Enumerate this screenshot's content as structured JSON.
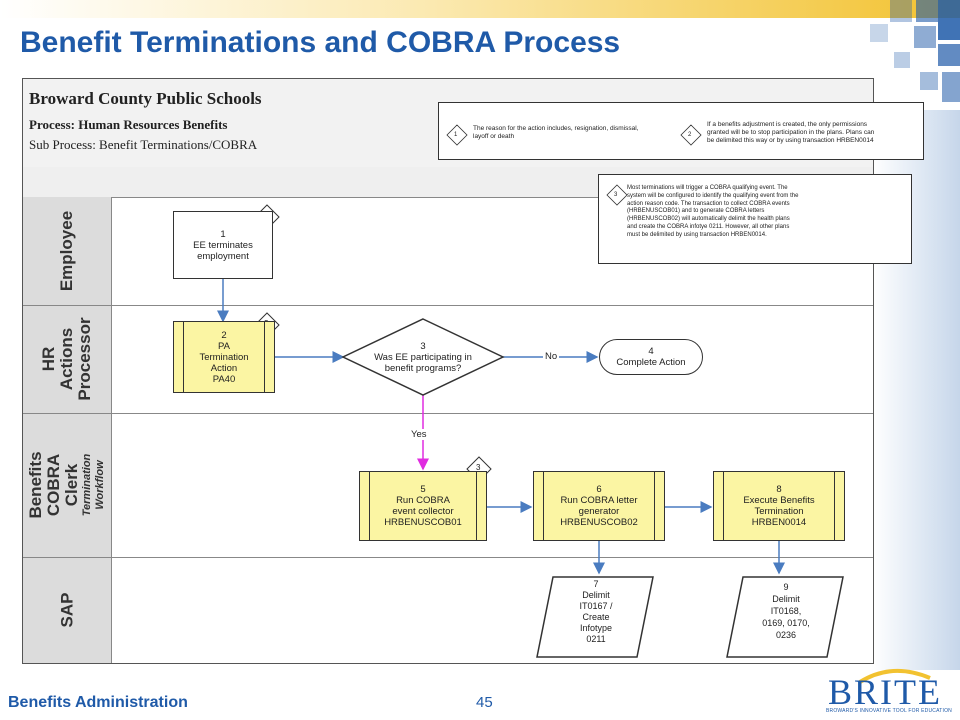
{
  "slide": {
    "title": "Benefit Terminations and COBRA Process",
    "footer_text": "Benefits Administration",
    "page_number": "45",
    "logo_text": "BRITE",
    "logo_tagline": "BROWARD'S INNOVATIVE TOOL FOR EDUCATION"
  },
  "diagram": {
    "header": {
      "org": "Broward County Public Schools",
      "process": "Process:  Human Resources Benefits",
      "sub_process": "Sub Process:  Benefit Terminations/COBRA"
    },
    "lanes": [
      {
        "label": "Employee",
        "sub": ""
      },
      {
        "label": "HR Actions Processor",
        "sub": ""
      },
      {
        "label": "Benefits COBRA Clerk",
        "sub": "Termination Workflow"
      },
      {
        "label": "SAP",
        "sub": ""
      }
    ],
    "steps": {
      "s1": "1\nEE terminates\nemployment",
      "s2": "2\nPA\nTermination\nAction\nPA40",
      "s3": "3\nWas EE participating in\nbenefit programs?",
      "s4": "4\nComplete Action",
      "s5": "5\nRun COBRA\nevent collector\nHRBENUSCOB01",
      "s6": "6\nRun COBRA letter\ngenerator\nHRBENUSCOB02",
      "s8": "8\nExecute Benefits\nTermination\nHRBEN0014",
      "s7": "7\nDelimit\nIT0167 /\nCreate\nInfotype\n0211",
      "s9": "9\nDelimit\nIT0168,\n0169, 0170,\n0236"
    },
    "annotation_badges": [
      "1",
      "2",
      "3"
    ],
    "labels": {
      "no": "No",
      "yes": "Yes"
    },
    "notes": {
      "note1": "The reason for the action includes, resignation, dismissal,\nlayoff or death",
      "note2": "If a benefits adjustment is created, the only permissions\ngranted will be to stop participation in the plans.  Plans can\nbe delimited this way or by using transaction HRBEN0014",
      "note3": "Most terminations will trigger a COBRA qualifying event.  The\nsystem will be configured to identify the qualifying event from the\naction reason code.  The transaction to collect COBRA events\n(HRBENUSCOB01) and to generate COBRA letters\n(HRBENUSCOB02) will automatically delimit the health plans\nand create the COBRA infotye 0211.  However, all other plans\nmust be delimited by using transaction HRBEN0014."
    }
  },
  "colors": {
    "title_blue": "#1f5aa8",
    "task_yellow": "#fbf5a3",
    "arrow_blue": "#4a7cc0",
    "arrow_magenta": "#e02ce0"
  }
}
